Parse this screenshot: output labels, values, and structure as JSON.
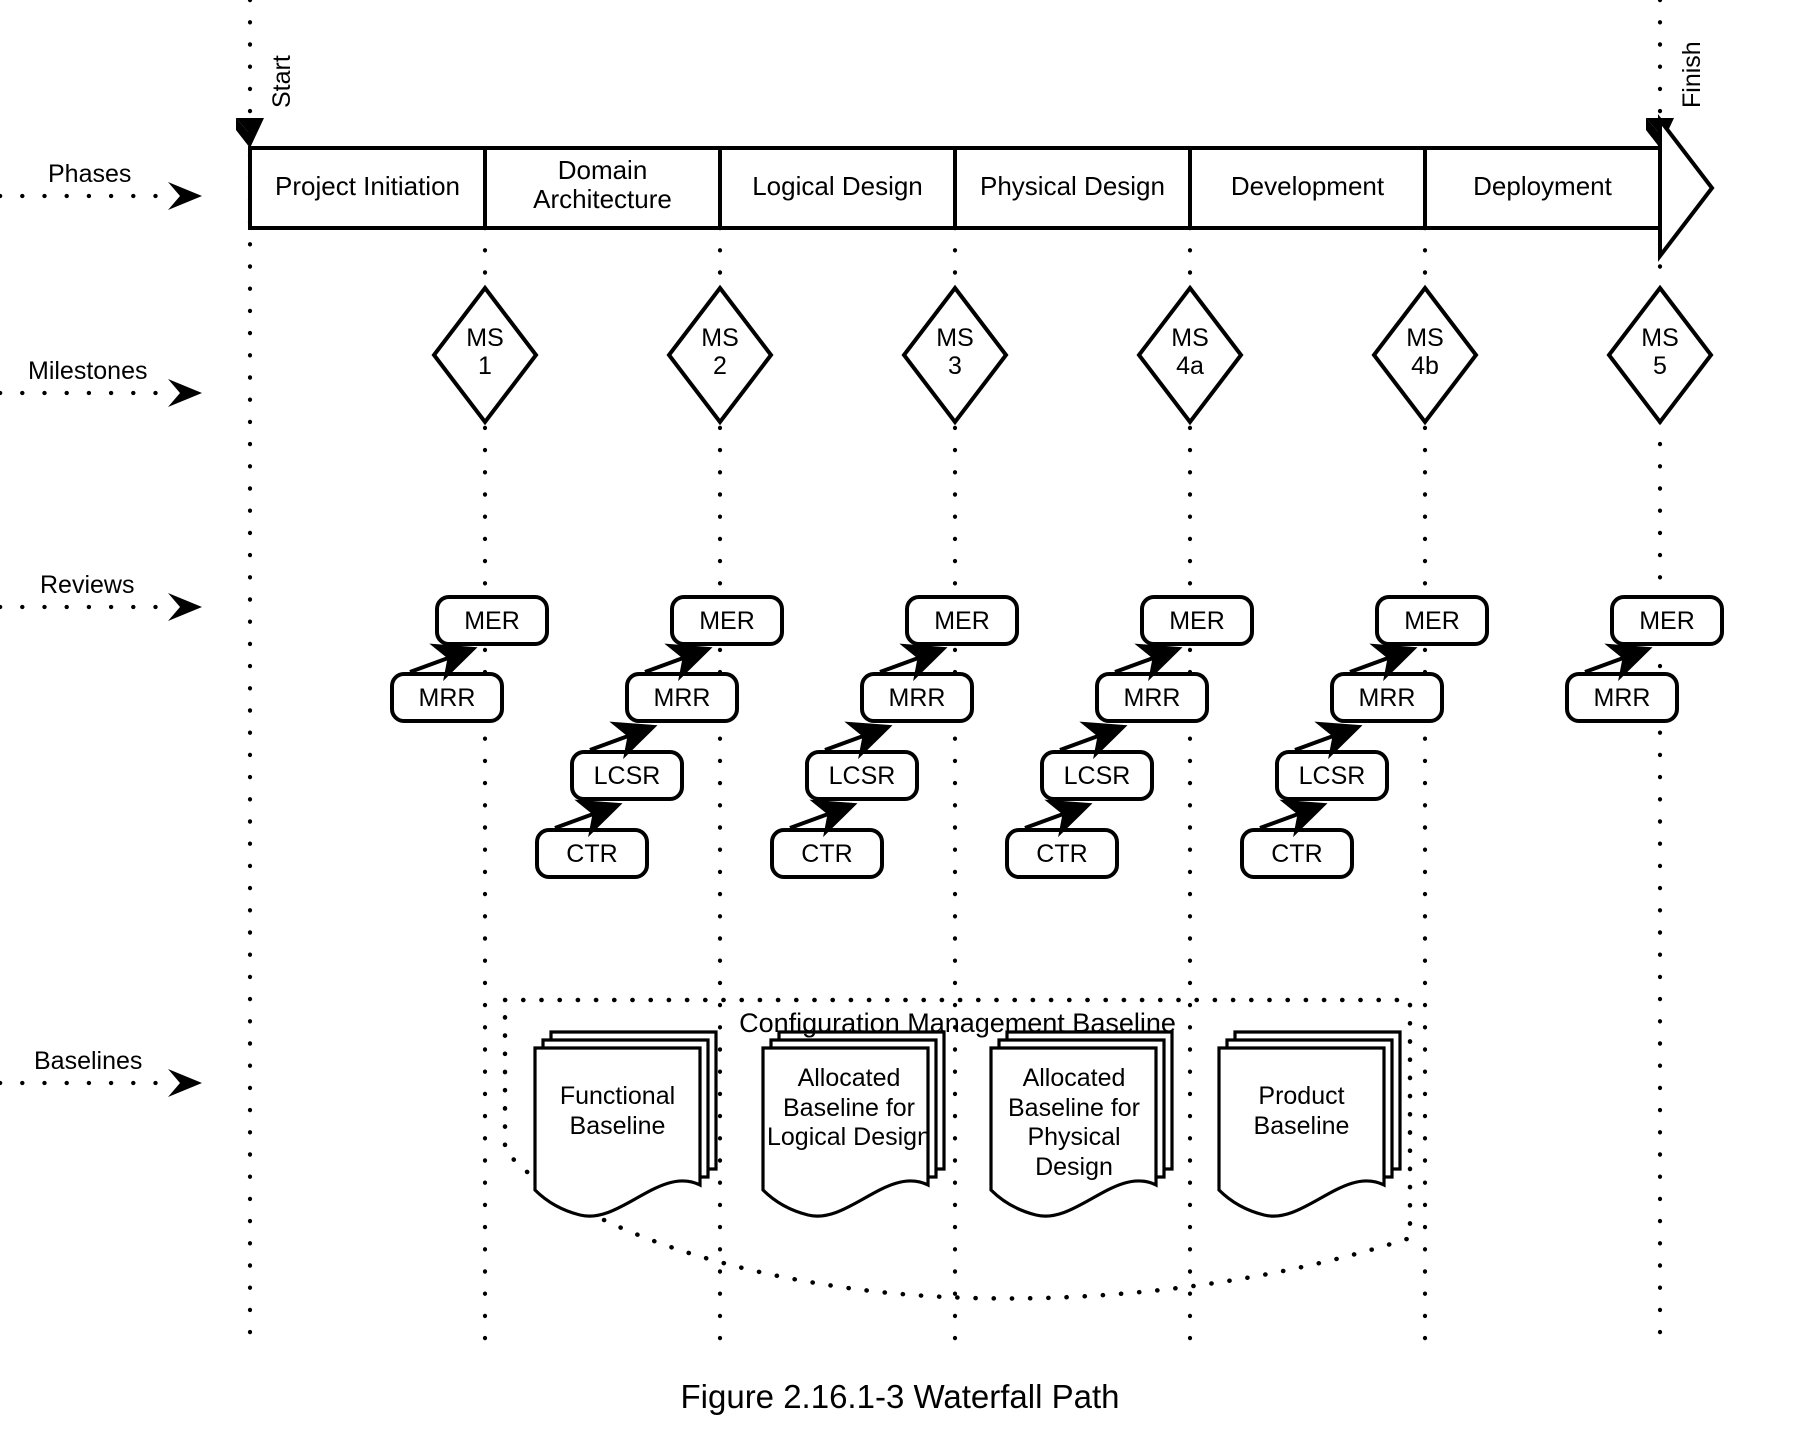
{
  "figure": {
    "caption": "Figure 2.16.1-3 Waterfall Path"
  },
  "axis": {
    "start_label": "Start",
    "finish_label": "Finish"
  },
  "row_labels": [
    {
      "key": "phases",
      "label": "Phases"
    },
    {
      "key": "milestones",
      "label": "Milestones"
    },
    {
      "key": "reviews",
      "label": "Reviews"
    },
    {
      "key": "baselines",
      "label": "Baselines"
    }
  ],
  "phases": [
    {
      "label": "Project Initiation"
    },
    {
      "label": "Domain\nArchitecture"
    },
    {
      "label": "Logical Design"
    },
    {
      "label": "Physical Design"
    },
    {
      "label": "Development"
    },
    {
      "label": "Deployment"
    }
  ],
  "milestones": [
    {
      "label": "MS\n1"
    },
    {
      "label": "MS\n2"
    },
    {
      "label": "MS\n3"
    },
    {
      "label": "MS\n4a"
    },
    {
      "label": "MS\n4b"
    },
    {
      "label": "MS\n5"
    }
  ],
  "review_columns": [
    {
      "items": [
        "MER",
        "MRR"
      ]
    },
    {
      "items": [
        "MER",
        "MRR",
        "LCSR",
        "CTR"
      ]
    },
    {
      "items": [
        "MER",
        "MRR",
        "LCSR",
        "CTR"
      ]
    },
    {
      "items": [
        "MER",
        "MRR",
        "LCSR",
        "CTR"
      ]
    },
    {
      "items": [
        "MER",
        "MRR",
        "LCSR",
        "CTR"
      ]
    },
    {
      "items": [
        "MER",
        "MRR"
      ]
    }
  ],
  "baselines": {
    "group_title": "Configuration Management Baseline",
    "documents": [
      {
        "label": "Functional\nBaseline"
      },
      {
        "label": "Allocated\nBaseline for\nLogical Design"
      },
      {
        "label": "Allocated\nBaseline for\nPhysical Design"
      },
      {
        "label": "Product\nBaseline"
      }
    ]
  },
  "colors": {
    "stroke": "#000000",
    "background": "#ffffff"
  }
}
